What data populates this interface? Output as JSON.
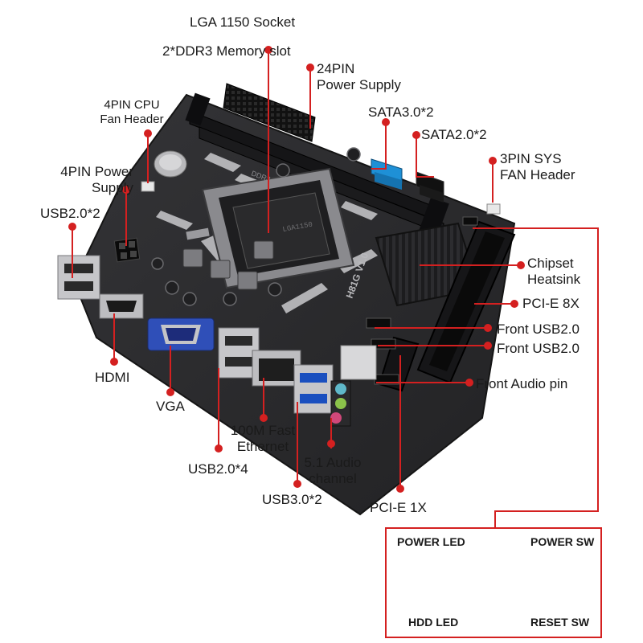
{
  "labels": {
    "lga_socket": "LGA 1150 Socket",
    "ddr3_slot": "2*DDR3 Memory slot",
    "pin24_l1": "24PIN",
    "pin24_l2": "Power Supply",
    "cpu_fan_l1": "4PIN CPU",
    "cpu_fan_l2": "Fan Header",
    "sata3": "SATA3.0*2",
    "sata2": "SATA2.0*2",
    "sys_fan_l1": "3PIN SYS",
    "sys_fan_l2": "FAN Header",
    "power4_l1": "4PIN Power",
    "power4_l2": "Supply",
    "usb2_x2": "USB2.0*2",
    "chipset_l1": "Chipset",
    "chipset_l2": "Heatsink",
    "pcie8x": "PCI-E 8X",
    "front_usb_a": "Front USB2.0",
    "front_usb_b": "Front USB2.0",
    "front_audio": "Front Audio pin",
    "hdmi": "HDMI",
    "vga": "VGA",
    "ethernet_l1": "100M Fast",
    "ethernet_l2": "Ethernet",
    "audio51_l1": "5.1 Audio",
    "audio51_l2": "channel",
    "usb2_x4": "USB2.0*4",
    "usb3_x2": "USB3.0*2",
    "pcie1x": "PCI-E 1X"
  },
  "board_text": {
    "model": "H81G V1.0",
    "ddr_mark": "DDR3",
    "socket_mark": "LGA1150"
  },
  "panel": {
    "power_led": "POWER LED",
    "power_sw": "POWER SW",
    "hdd_led": "HDD LED",
    "reset_sw": "RESET SW",
    "plus": "+"
  },
  "colors": {
    "accent": "#d42020",
    "board": "#2b2b2d",
    "sata_blue": "#1e90d6",
    "usb3_blue": "#1a4fbf",
    "vga_blue": "#2f4fb8",
    "audio_teal": "#5fb8c9",
    "audio_pink": "#d0487a",
    "audio_green": "#8bc34a"
  }
}
